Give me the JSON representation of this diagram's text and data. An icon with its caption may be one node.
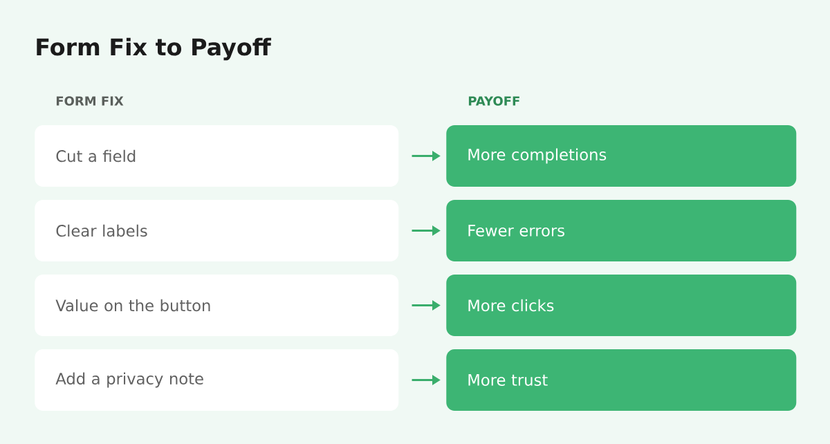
{
  "diagram": {
    "title": "Form Fix to Payoff",
    "nodes": [
      {
        "text": [
          "Cut a field"
        ]
      },
      {
        "text": [
          "More completions"
        ]
      },
      {
        "text": [
          "Clear labels"
        ]
      },
      {
        "text": [
          "Fewer errors"
        ]
      },
      {
        "text": [
          "Value on the button"
        ]
      },
      {
        "text": [
          "More clicks"
        ]
      },
      {
        "text": [
          "Add a privacy note"
        ]
      },
      {
        "text": [
          "More trust"
        ]
      }
    ],
    "edges": [
      {
        "from": 0,
        "to": 1,
        "arrow": "to"
      },
      {
        "from": 2,
        "to": 3,
        "arrow": "to"
      },
      {
        "from": 4,
        "to": 5,
        "arrow": "to"
      },
      {
        "from": 6,
        "to": 7,
        "arrow": "to"
      }
    ],
    "labels": [
      "FORM FIX",
      "PAYOFF"
    ]
  }
}
